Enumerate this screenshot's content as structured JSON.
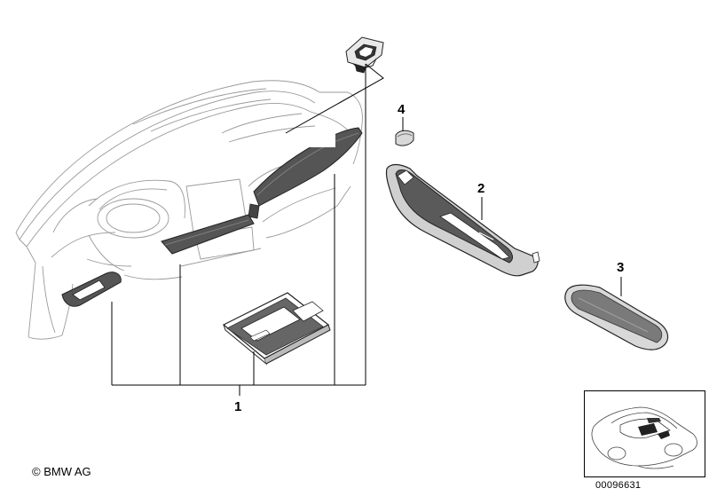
{
  "callouts": [
    {
      "id": "1",
      "label": "1"
    },
    {
      "id": "2",
      "label": "2"
    },
    {
      "id": "3",
      "label": "3"
    },
    {
      "id": "4",
      "label": "4"
    }
  ],
  "copyright": "© BMW AG",
  "part_number": "00096631"
}
